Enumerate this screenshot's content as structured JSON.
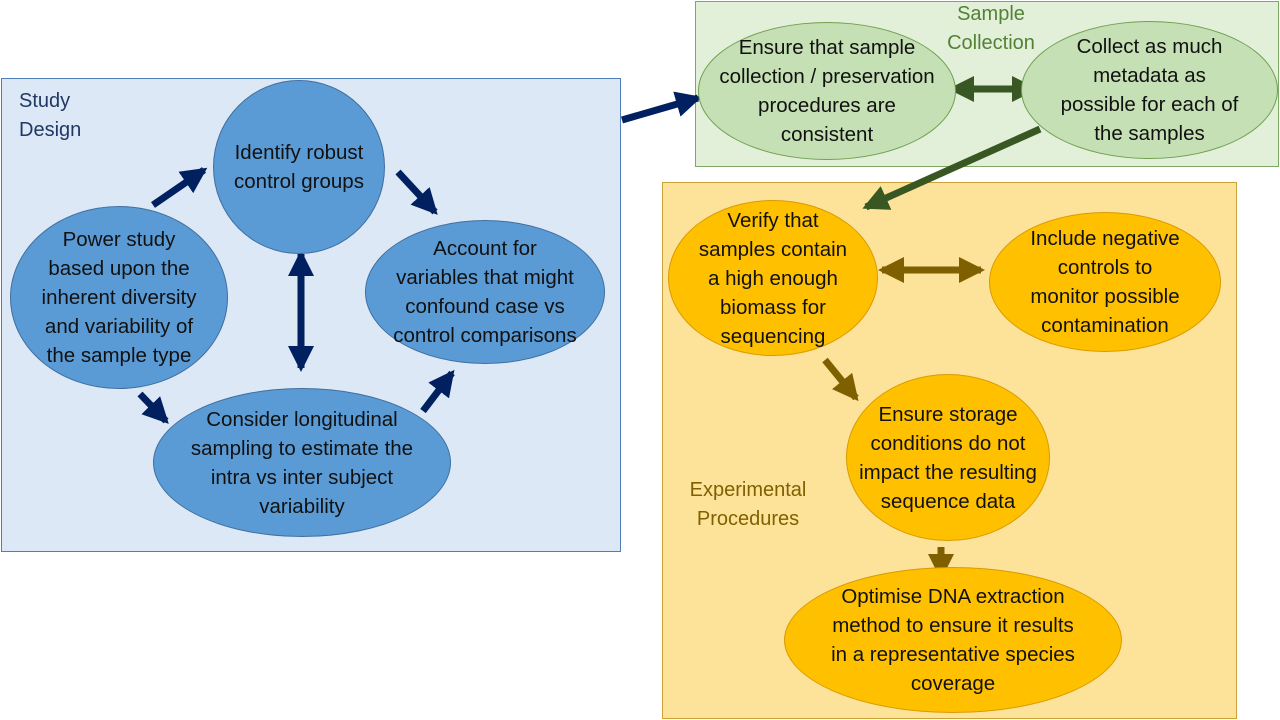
{
  "panels": {
    "study": {
      "label_lines": [
        "Study",
        "Design"
      ],
      "fill": "#dce8f5",
      "label_color": "#1f3864"
    },
    "sample": {
      "label_lines": [
        "Sample",
        "Collection"
      ],
      "fill": "#e2efd9",
      "label_color": "#548235"
    },
    "experimental": {
      "label_lines": [
        "Experimental",
        "Procedures"
      ],
      "fill": "#fde39a",
      "label_color": "#806000"
    }
  },
  "nodes": {
    "control_groups": {
      "lines": [
        "Identify robust",
        "control groups"
      ]
    },
    "power_study": {
      "lines": [
        "Power study",
        "based upon the",
        "inherent diversity",
        "and variability of",
        "the sample type"
      ]
    },
    "confound": {
      "lines": [
        "Account for",
        "variables that might",
        "confound case vs",
        "control comparisons"
      ]
    },
    "longitudinal": {
      "lines": [
        "Consider longitudinal",
        "sampling to estimate the",
        "intra vs inter subject",
        "variability"
      ]
    },
    "consistent_collection": {
      "lines": [
        "Ensure that sample",
        "collection / preservation",
        "procedures are",
        "consistent"
      ]
    },
    "metadata": {
      "lines": [
        "Collect as much",
        "metadata as",
        "possible for each of",
        "the samples"
      ]
    },
    "biomass": {
      "lines": [
        "Verify that",
        "samples contain",
        "a high enough",
        "biomass for",
        "sequencing"
      ]
    },
    "negative_controls": {
      "lines": [
        "Include negative",
        "controls to",
        "monitor possible",
        "contamination"
      ]
    },
    "storage": {
      "lines": [
        "Ensure storage",
        "conditions do not",
        "impact the resulting",
        "sequence data"
      ]
    },
    "dna_extraction": {
      "lines": [
        "Optimise DNA extraction",
        "method to ensure it results",
        "in a representative species",
        "coverage"
      ]
    }
  },
  "colors": {
    "study_arrow": "#002060",
    "sample_arrow": "#385723",
    "exp_arrow": "#7f6000"
  }
}
